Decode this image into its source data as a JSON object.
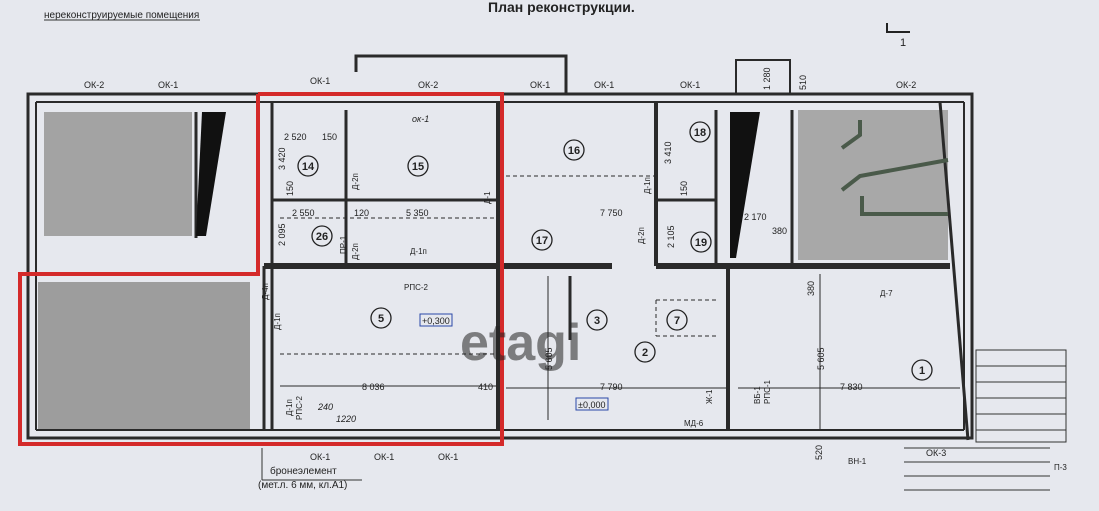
{
  "title": "План  реконструкции.",
  "header_note": "нереконструируемые помещения",
  "section_mark": "1",
  "rooms": {
    "r14": "14",
    "r15": "15",
    "r16": "16",
    "r18": "18",
    "r26": "26",
    "r17": "17",
    "r19": "19",
    "r5": "5",
    "r3": "3",
    "r7": "7",
    "r2": "2",
    "r1": "1"
  },
  "windows": {
    "w1": "ОК-2",
    "w2": "ОК-1",
    "w3": "ОК-1",
    "w4": "ОК-2",
    "w5": "ОК-1",
    "w6": "ОК-1",
    "w7": "ОК-1",
    "w8": "ОК-2",
    "w9": "ОК-1",
    "w10": "ОК-1",
    "w11": "ОК-1",
    "w12": "ОК-3"
  },
  "dims": {
    "d1": "2 520",
    "d2": "150",
    "d3": "3 420",
    "d4": "150",
    "d5": "2 550",
    "d6": "120",
    "d7": "5 350",
    "d8": "2 095",
    "d9": "7 750",
    "d10": "3 410",
    "d11": "150",
    "d12": "2 105",
    "d13": "2 170",
    "d14": "380",
    "d15": "1 280",
    "d16": "510",
    "d17": "8 036",
    "d18": "410",
    "d19": "5 605",
    "d20": "7 790",
    "d21": "380",
    "d22": "5 605",
    "d23": "7 830",
    "d24": "520"
  },
  "doors": {
    "a1": "Д-2п",
    "a2": "Д-2п",
    "a3": "ПР-1",
    "a4": "Д-1п",
    "a5": "Д-1",
    "a6": "Д-1п",
    "a7": "Д-2п",
    "a8": "Д-1п",
    "a9": "РПС-2",
    "a10": "Д-4п",
    "a11": "Д-1п",
    "a12": "РПС-2",
    "a13": "Ж-1",
    "a14": "ВБ-1",
    "a15": "РПС-1",
    "a16": "МД-6",
    "a17": "ВН-1",
    "a18": "П-3",
    "a19": "Д-7"
  },
  "levels": {
    "l1": "+0,300",
    "l2": "±0,000"
  },
  "handwritten": {
    "h1": "ок-1",
    "h2": "240",
    "h3": "1220"
  },
  "watermark": "etagi",
  "bottom_notes": {
    "n1": "бронеэлемент",
    "n2": "(мет.л. 6 мм, кл.А1)"
  },
  "colors": {
    "highlight": "#d42a2a",
    "paper": "#e6e8ee",
    "line": "#2a2a2a",
    "blur": "#9b9b9b"
  }
}
